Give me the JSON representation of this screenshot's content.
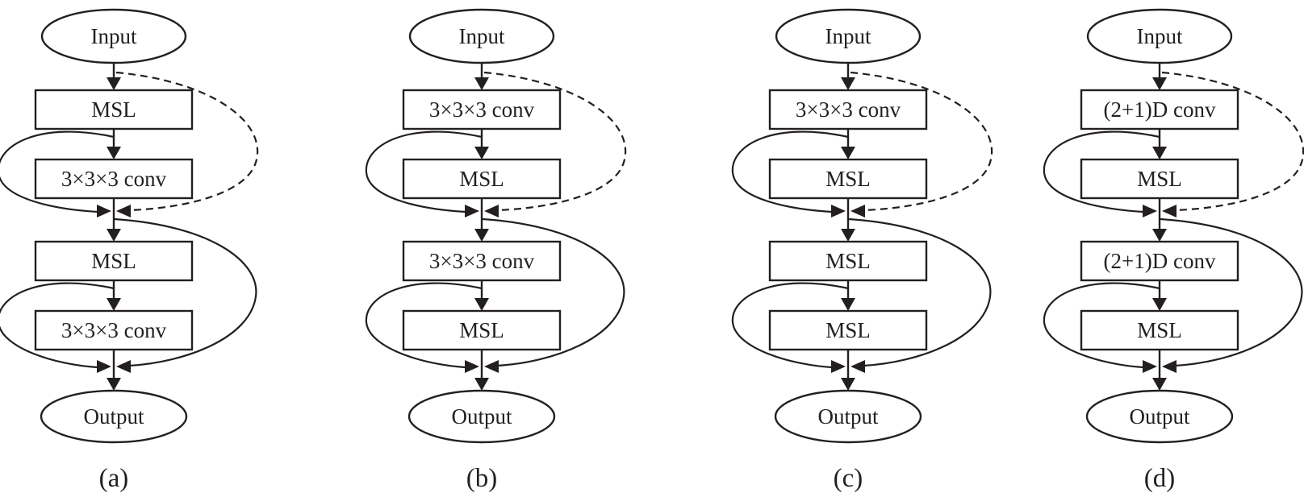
{
  "figure": {
    "colors": {
      "background": "#ffffff",
      "line": "#231f20"
    },
    "panels": [
      {
        "caption": "(a)",
        "input_label": "Input",
        "output_label": "Output",
        "boxes": [
          "MSL",
          "3×3×3 conv",
          "MSL",
          "3×3×3 conv"
        ]
      },
      {
        "caption": "(b)",
        "input_label": "Input",
        "output_label": "Output",
        "boxes": [
          "3×3×3 conv",
          "MSL",
          "3×3×3 conv",
          "MSL"
        ]
      },
      {
        "caption": "(c)",
        "input_label": "Input",
        "output_label": "Output",
        "boxes": [
          "3×3×3 conv",
          "MSL",
          "MSL",
          "MSL"
        ]
      },
      {
        "caption": "(d)",
        "input_label": "Input",
        "output_label": "Output",
        "boxes": [
          "(2+1)D conv",
          "MSL",
          "(2+1)D conv",
          "MSL"
        ]
      }
    ]
  }
}
